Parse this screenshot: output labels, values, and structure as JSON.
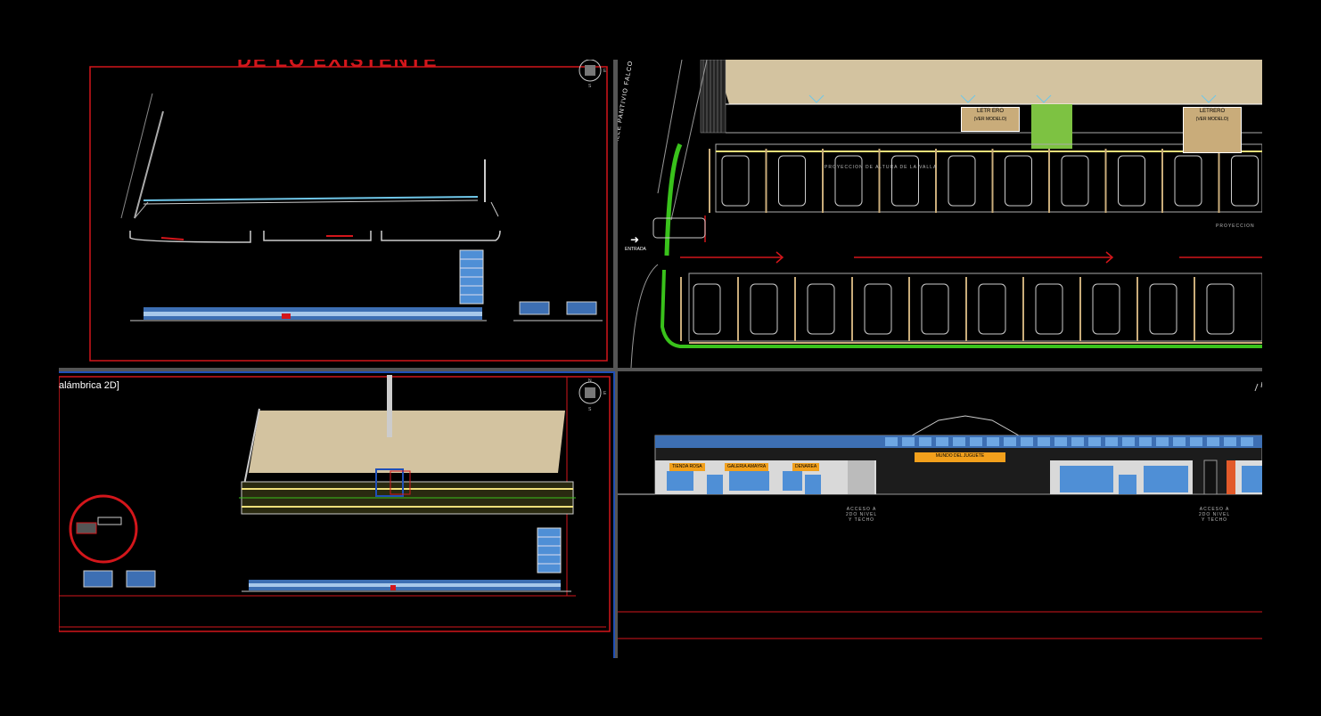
{
  "colors": {
    "background": "#000000",
    "frame_red": "#d3161b",
    "viewport_active": "#1f4fb8",
    "viewport_divider": "#6b6b6b",
    "plan_fill": "#d3c3a0",
    "hedge": "#39c21b",
    "sign_fill": "#c9ac7a",
    "storefront_band": "#f2a01c"
  },
  "viewports": {
    "top_left": {
      "heading_fragment": "DE LO EXISTENTE",
      "compass": {
        "south": "S",
        "east": "E"
      }
    },
    "bottom_left": {
      "view_label": "alámbrica 2D]",
      "compass": {
        "north": "N",
        "south": "S",
        "east": "E"
      }
    },
    "top_right": {
      "street_label": "CALLE PANTIVIO FALCO",
      "entrance_label": "ENTRADA",
      "sign_left": {
        "title": "LETR ERO",
        "sub": "(VER MODELO)"
      },
      "sign_right": {
        "title": "LETRERO",
        "sub": "(VER MODELO)"
      },
      "projection_top": "PROYECCION DE ALTURA DE LA VALLA",
      "projection_right": "PROYECCION"
    },
    "bottom_right": {
      "store_center": "MUNDO DEL JUGUETE",
      "stores_left": [
        "TIENDA ROSA",
        "GALERIA AMAYRA",
        "DENAREA"
      ],
      "access_left": [
        "ACCESO A",
        "2DO NIVEL",
        "Y TECHO"
      ],
      "access_right": [
        "ACCESO A",
        "2DO NIVEL",
        "Y TECHO"
      ]
    }
  }
}
